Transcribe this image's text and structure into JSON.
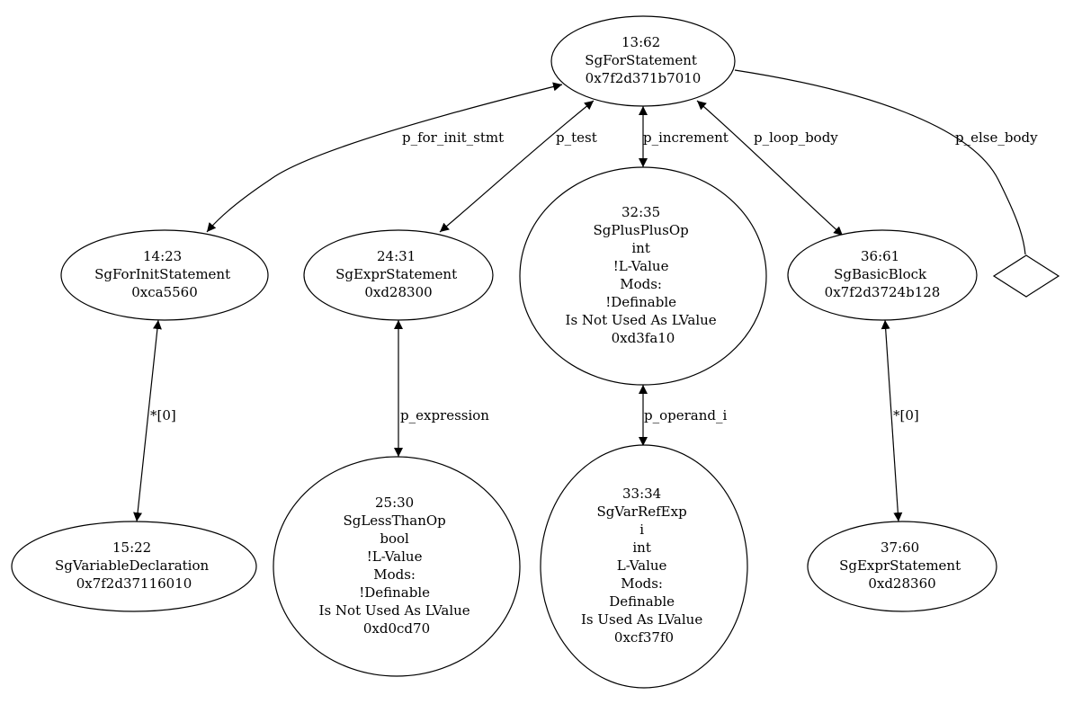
{
  "nodes": [
    {
      "id": "n13",
      "lines": [
        "13:62",
        "SgForStatement",
        "0x7f2d371b7010"
      ]
    },
    {
      "id": "n14",
      "lines": [
        "14:23",
        "SgForInitStatement",
        "0xca5560"
      ]
    },
    {
      "id": "n24",
      "lines": [
        "24:31",
        "SgExprStatement",
        "0xd28300"
      ]
    },
    {
      "id": "n32",
      "lines": [
        "32:35",
        "SgPlusPlusOp",
        "int",
        "!L-Value",
        "Mods:",
        "!Definable",
        "Is Not Used As LValue",
        "0xd3fa10"
      ]
    },
    {
      "id": "n36",
      "lines": [
        "36:61",
        "SgBasicBlock",
        "0x7f2d3724b128"
      ]
    },
    {
      "id": "nelse",
      "lines": []
    },
    {
      "id": "n15",
      "lines": [
        "15:22",
        "SgVariableDeclaration",
        "0x7f2d37116010"
      ]
    },
    {
      "id": "n25",
      "lines": [
        "25:30",
        "SgLessThanOp",
        "bool",
        "!L-Value",
        "Mods:",
        "!Definable",
        "Is Not Used As LValue",
        "0xd0cd70"
      ]
    },
    {
      "id": "n33",
      "lines": [
        "33:34",
        "SgVarRefExp",
        "i",
        "int",
        "L-Value",
        "Mods:",
        "Definable",
        "Is Used As LValue",
        "0xcf37f0"
      ]
    },
    {
      "id": "n37",
      "lines": [
        "37:60",
        "SgExprStatement",
        "0xd28360"
      ]
    }
  ],
  "edges": [
    {
      "id": "e-for-init",
      "from": "n13",
      "to": "n14",
      "label": "p_for_init_stmt"
    },
    {
      "id": "e-test",
      "from": "n13",
      "to": "n24",
      "label": "p_test"
    },
    {
      "id": "e-increment",
      "from": "n13",
      "to": "n32",
      "label": "p_increment"
    },
    {
      "id": "e-loop-body",
      "from": "n13",
      "to": "n36",
      "label": "p_loop_body"
    },
    {
      "id": "e-else-body",
      "from": "n13",
      "to": "nelse",
      "label": "p_else_body"
    },
    {
      "id": "e-init-0",
      "from": "n14",
      "to": "n15",
      "label": "*[0]"
    },
    {
      "id": "e-expression",
      "from": "n24",
      "to": "n25",
      "label": "p_expression"
    },
    {
      "id": "e-operand",
      "from": "n32",
      "to": "n33",
      "label": "p_operand_i"
    },
    {
      "id": "e-block-0",
      "from": "n36",
      "to": "n37",
      "label": "*[0]"
    }
  ]
}
